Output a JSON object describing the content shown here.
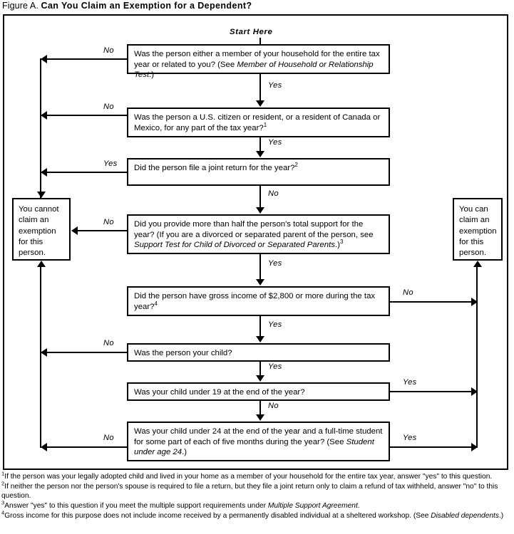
{
  "figure": {
    "lead": "Figure A.",
    "title": "Can You Claim an Exemption for a Dependent?"
  },
  "start_label": "Start Here",
  "labels": {
    "yes": "Yes",
    "no": "No"
  },
  "boxes": [
    {
      "id": "household-relationship",
      "text_html": "Was the person either a member of your household for the entire tax year or related to you? (See <i>Member of Household or Relationship Test</i>.)",
      "text": "Was the person either a member of your household for the entire tax year or related to you? (See Member of Household or Relationship Test.)"
    },
    {
      "id": "citizen-resident",
      "text_html": "Was the person a U.S. citizen or resident, or a resident of Canada or Mexico, for any part of the tax year?<sup>1</sup>",
      "text": "Was the person a U.S. citizen or resident, or a resident of Canada or Mexico, for any part of the tax year?1"
    },
    {
      "id": "joint-return",
      "text_html": "Did the person file a joint return for the year?<sup>2</sup>",
      "text": "Did the person file a joint return for the year?2"
    },
    {
      "id": "support-test",
      "text_html": "Did you provide more than half the person's total support for the year? (If you are a divorced or separated parent of the person, see <i>Support Test for Child of Divorced or Separated Parents</i>.)<sup>3</sup>",
      "text": "Did you provide more than half the person's total support for the year? (If you are a divorced or separated parent of the person, see Support Test for Child of Divorced or Separated Parents.)3"
    },
    {
      "id": "gross-income",
      "text_html": "Did the person have gross income of $2,800 or more during the tax year?<sup>4</sup>",
      "text": "Did the person have gross income of $2,800 or more during the tax year?4"
    },
    {
      "id": "your-child",
      "text_html": "Was the person your child?",
      "text": "Was the person your child?"
    },
    {
      "id": "under-19",
      "text_html": "Was your child under 19 at the end of the year?",
      "text": "Was your child under 19 at the end of the year?"
    },
    {
      "id": "under-24-student",
      "text_html": "Was your child under 24 at the end of the year and a full-time student for some part of each of five months during the year? (See <i>Student under age 24</i>.)",
      "text": "Was your child under 24 at the end of the year and a full-time student for some part of each of five months during the year? (See Student under age 24.)"
    }
  ],
  "terminals": {
    "cannot_claim": "You cannot claim an exemption for this person.",
    "can_claim": "You can claim an exemption for this person."
  },
  "edge_labels": {
    "e1_no": "No",
    "e1_yes": "Yes",
    "e2_no": "No",
    "e2_yes": "Yes",
    "e3_yes": "Yes",
    "e3_no": "No",
    "e4_no": "No",
    "e4_yes": "Yes",
    "e5_no": "No",
    "e5_yes": "Yes",
    "e6_no": "No",
    "e6_yes": "Yes",
    "e7_yes": "Yes",
    "e7_no": "No",
    "e8_no": "No",
    "e8_yes": "Yes"
  },
  "footnotes": [
    {
      "marker": "1",
      "text_html": "If the person was your legally adopted child and lived in your home as a member of your household for the entire tax year, answer \"yes\" to this question.",
      "text": "If the person was your legally adopted child and lived in your home as a member of your household for the entire tax year, answer \"yes\" to this question."
    },
    {
      "marker": "2",
      "text_html": "If neither the person nor the person's spouse is required to file a return, but they file a joint return only to claim a refund of tax withheld, answer \"no\" to this question.",
      "text": "If neither the person nor the person's spouse is required to file a return, but they file a joint return only to claim a refund of tax withheld, answer \"no\" to this question."
    },
    {
      "marker": "3",
      "text_html": "Answer \"yes\" to this question if you meet the multiple support requirements under <i>Multiple Support Agreement</i>.",
      "text": "Answer \"yes\" to this question if you meet the multiple support requirements under Multiple Support Agreement."
    },
    {
      "marker": "4",
      "text_html": "Gross income for this purpose does not include income received by a permanently disabled individual at a sheltered workshop. (See <i>Disabled dependents</i>.)",
      "text": "Gross income for this purpose does not include income received by a permanently disabled individual at a sheltered workshop. (See Disabled dependents.)"
    }
  ],
  "colors": {
    "ink": "#000000",
    "paper": "#ffffff"
  }
}
